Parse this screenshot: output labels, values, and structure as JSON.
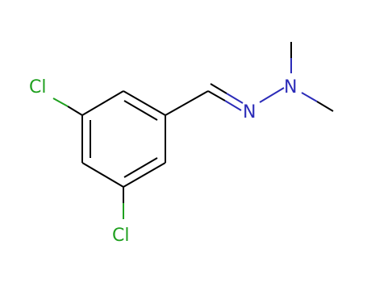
{
  "molecule": {
    "atoms": {
      "cl_top": {
        "symbol": "Cl",
        "color": "#1fa01f"
      },
      "cl_bottom": {
        "symbol": "Cl",
        "color": "#1fa01f"
      },
      "n_imine": {
        "symbol": "N",
        "color": "#2b2bb8"
      },
      "n_amine": {
        "symbol": "N",
        "color": "#2b2bb8"
      }
    },
    "colors": {
      "bond_carbon": "#000000",
      "chlorine": "#1fa01f",
      "nitrogen": "#2b2bb8"
    }
  }
}
